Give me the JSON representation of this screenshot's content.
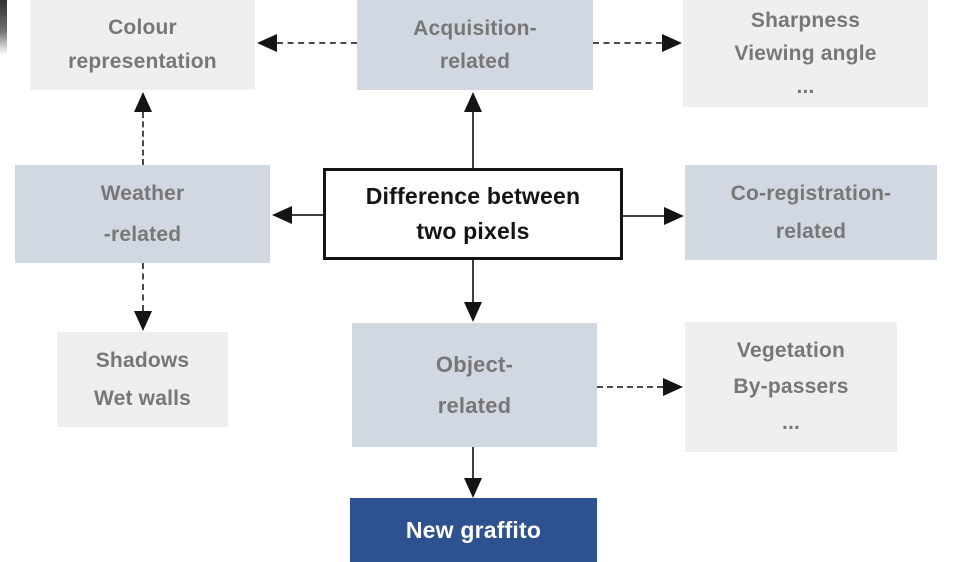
{
  "diagram": {
    "title_node": "Difference between two pixels",
    "nodes": {
      "colour": {
        "line1": "Colour",
        "line2": "representation",
        "role": "example"
      },
      "acquisition": {
        "line1": "Acquisition-",
        "line2": "related",
        "role": "category"
      },
      "sharpness": {
        "line1": "Sharpness",
        "line2": "Viewing angle",
        "line3": "...",
        "role": "example"
      },
      "weather": {
        "line1": "Weather",
        "line2": "-related",
        "role": "category"
      },
      "center": {
        "line1": "Difference between",
        "line2": "two pixels",
        "role": "root"
      },
      "coregistration": {
        "line1": "Co-registration-",
        "line2": "related",
        "role": "category"
      },
      "shadows": {
        "line1": "Shadows",
        "line2": "Wet walls",
        "role": "example"
      },
      "object": {
        "line1": "Object-",
        "line2": "related",
        "role": "category"
      },
      "vegetation": {
        "line1": "Vegetation",
        "line2": "By-passers",
        "line3": "...",
        "role": "example"
      },
      "graffito": {
        "line1": "New graffito",
        "role": "result"
      }
    },
    "edges": [
      {
        "from": "center",
        "to": "acquisition",
        "style": "solid"
      },
      {
        "from": "center",
        "to": "weather",
        "style": "solid"
      },
      {
        "from": "center",
        "to": "coregistration",
        "style": "solid"
      },
      {
        "from": "center",
        "to": "object",
        "style": "solid"
      },
      {
        "from": "object",
        "to": "graffito",
        "style": "solid"
      },
      {
        "from": "acquisition",
        "to": "colour",
        "style": "dashed"
      },
      {
        "from": "acquisition",
        "to": "sharpness",
        "style": "dashed"
      },
      {
        "from": "weather",
        "to": "colour",
        "style": "dashed"
      },
      {
        "from": "weather",
        "to": "shadows",
        "style": "dashed"
      },
      {
        "from": "object",
        "to": "vegetation",
        "style": "dashed"
      }
    ],
    "colors": {
      "category_fill": "#d2d8e2",
      "example_fill": "#efeff0",
      "result_fill": "#2e5190",
      "result_text": "#ffffff",
      "label_text": "#777777",
      "root_text": "#141414",
      "arrow": "#141414",
      "background": "#ffffff"
    }
  }
}
